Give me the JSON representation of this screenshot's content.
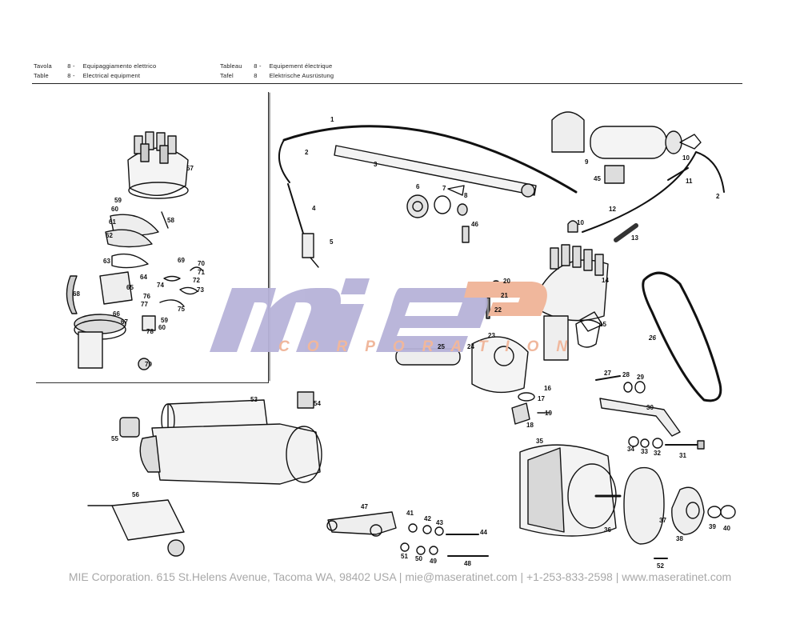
{
  "header": {
    "row1_left_a": "Tavola",
    "row1_left_b": "8 -",
    "row1_left_c": "Equipaggiamento elettrico",
    "row2_left_a": "Table",
    "row2_left_b": "8 -",
    "row2_left_c": "Electrical equipment",
    "row1_right_a": "Tableau",
    "row1_right_b": "8 -",
    "row1_right_c": "Equipement électrique",
    "row2_right_a": "Tafel",
    "row2_right_b": "8",
    "row2_right_c": "Elektrische Ausrüstung"
  },
  "watermark": {
    "logo_text": "mie",
    "sub_text": "CORPORATION",
    "colors": {
      "logo": "#b7b3d9",
      "sub": "#f0b79c"
    }
  },
  "part_numbers": [
    "1",
    "2",
    "3",
    "4",
    "5",
    "6",
    "7",
    "8",
    "9",
    "10",
    "11",
    "12",
    "13",
    "14",
    "15",
    "16",
    "17",
    "18",
    "19",
    "20",
    "21",
    "22",
    "23",
    "24",
    "25",
    "26",
    "27",
    "28",
    "29",
    "30",
    "31",
    "32",
    "33",
    "34",
    "35",
    "36",
    "37",
    "38",
    "39",
    "40",
    "41",
    "42",
    "43",
    "44",
    "45",
    "46",
    "47",
    "48",
    "49",
    "50",
    "51",
    "52",
    "53",
    "54",
    "55",
    "56",
    "57",
    "58",
    "59",
    "60",
    "61",
    "62",
    "63",
    "64",
    "65",
    "66",
    "67",
    "68",
    "69",
    "70",
    "71",
    "72",
    "73",
    "74",
    "75",
    "76",
    "77",
    "78",
    "79"
  ],
  "labels": {
    "p1": "1",
    "p2a": "2",
    "p2b": "2",
    "p3": "3",
    "p4": "4",
    "p5": "5",
    "p6": "6",
    "p7": "7",
    "p8": "8",
    "p9": "9",
    "p10a": "10",
    "p10b": "10",
    "p11": "11",
    "p12": "12",
    "p13": "13",
    "p14": "14",
    "p15": "15",
    "p16": "16",
    "p17": "17",
    "p18": "18",
    "p19": "19",
    "p20": "20",
    "p21": "21",
    "p22": "22",
    "p23": "23",
    "p24": "24",
    "p25": "25",
    "p26": "26",
    "p27": "27",
    "p28": "28",
    "p29": "29",
    "p30": "30",
    "p31": "31",
    "p32": "32",
    "p33": "33",
    "p34": "34",
    "p35": "35",
    "p36": "36",
    "p37": "37",
    "p38": "38",
    "p39": "39",
    "p40": "40",
    "p41": "41",
    "p42": "42",
    "p43": "43",
    "p44": "44",
    "p45": "45",
    "p46": "46",
    "p47": "47",
    "p48": "48",
    "p49": "49",
    "p50": "50",
    "p51": "51",
    "p52": "52",
    "p53": "53",
    "p54": "54",
    "p55": "55",
    "p56": "56",
    "p57": "57",
    "p58": "58",
    "p59a": "59",
    "p59b": "59",
    "p60a": "60",
    "p60b": "60",
    "p61": "61",
    "p62": "62",
    "p63": "63",
    "p64": "64",
    "p65": "65",
    "p66": "66",
    "p67": "67",
    "p68": "68",
    "p69": "69",
    "p70": "70",
    "p71": "71",
    "p72": "72",
    "p73": "73",
    "p74": "74",
    "p75": "75",
    "p76": "76",
    "p77": "77",
    "p78": "78",
    "p79": "79"
  },
  "footer": {
    "text": "MIE Corporation. 615 St.Helens Avenue, Tacoma WA, 98402 USA  |  mie@maseratinet.com  |   +1-253-833-2598   |   www.maseratinet.com"
  }
}
